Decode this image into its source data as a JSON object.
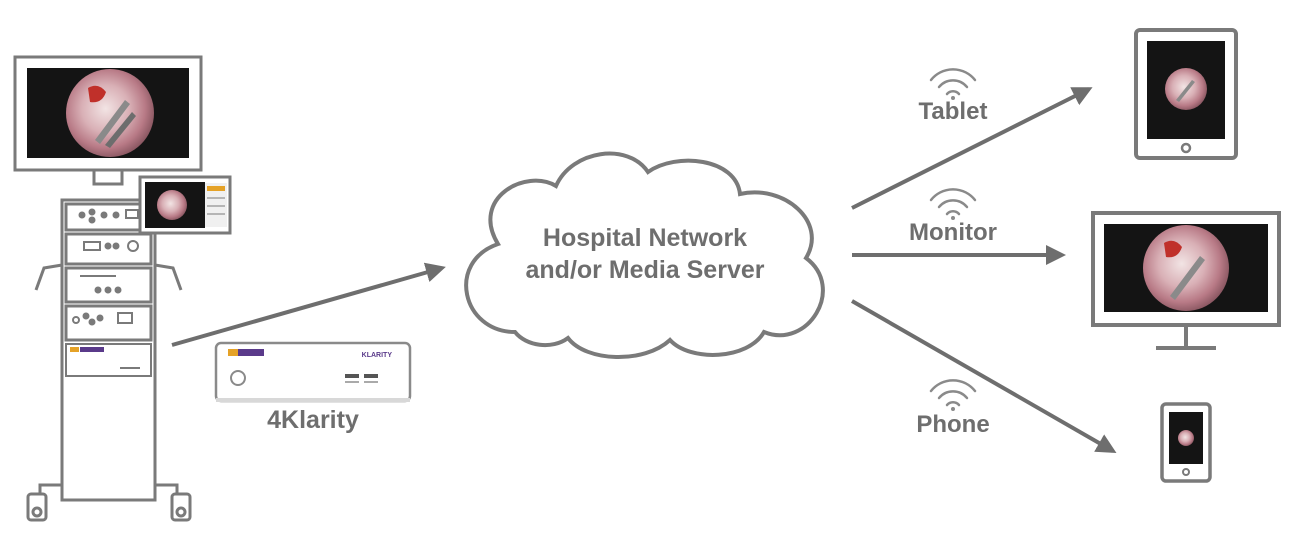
{
  "network": {
    "line1": "Hospital Network",
    "line2": "and/or Media Server"
  },
  "recorder": {
    "name": "4Klarity",
    "brand": "KLARITY"
  },
  "endpoints": {
    "tablet": "Tablet",
    "monitor": "Monitor",
    "phone": "Phone"
  },
  "colors": {
    "line": "#6e6e6e",
    "device_frame": "#7a7a7a",
    "screen": "#141414",
    "accent_purple": "#5a3a8a",
    "accent_orange": "#e5a227"
  }
}
